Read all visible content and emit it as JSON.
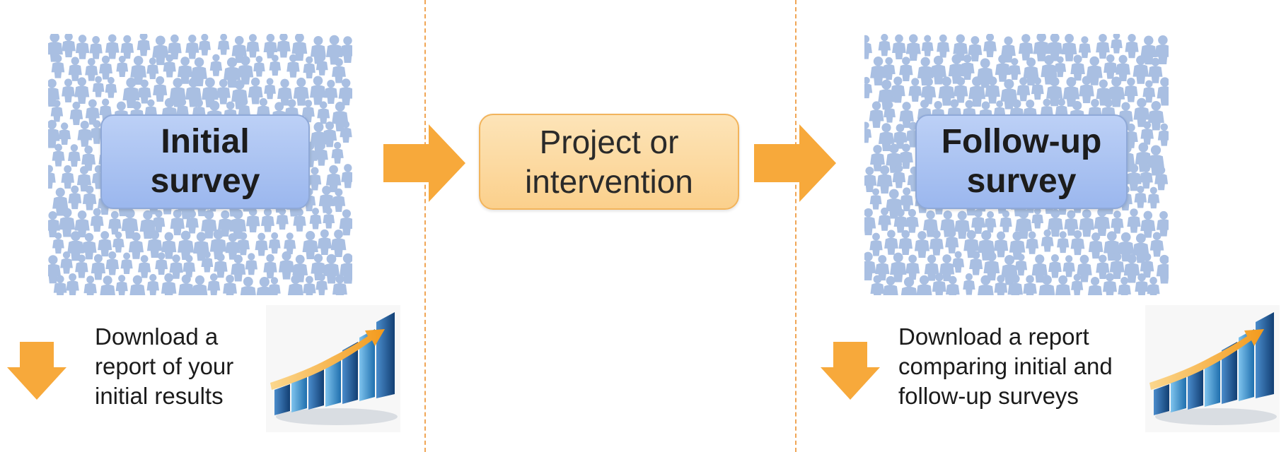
{
  "stages": {
    "initial": {
      "label": "Initial\nsurvey"
    },
    "project": {
      "label": "Project or\nintervention"
    },
    "followup": {
      "label": "Follow-up\nsurvey"
    }
  },
  "notes": {
    "initial": "Download  a\nreport of your\ninitial results",
    "followup": "Download  a report\ncomparing  initial and\nfollow-up  surveys"
  },
  "colors": {
    "arrow": "#f7a93b",
    "crowd": "#a9bfe2",
    "survey_box": "#a9c1f2",
    "project_box": "#fcd99c",
    "divider": "#f0a656"
  },
  "icons": [
    "people-crowd-icon",
    "arrow-right-icon",
    "arrow-down-icon",
    "bar-chart-report-icon"
  ]
}
